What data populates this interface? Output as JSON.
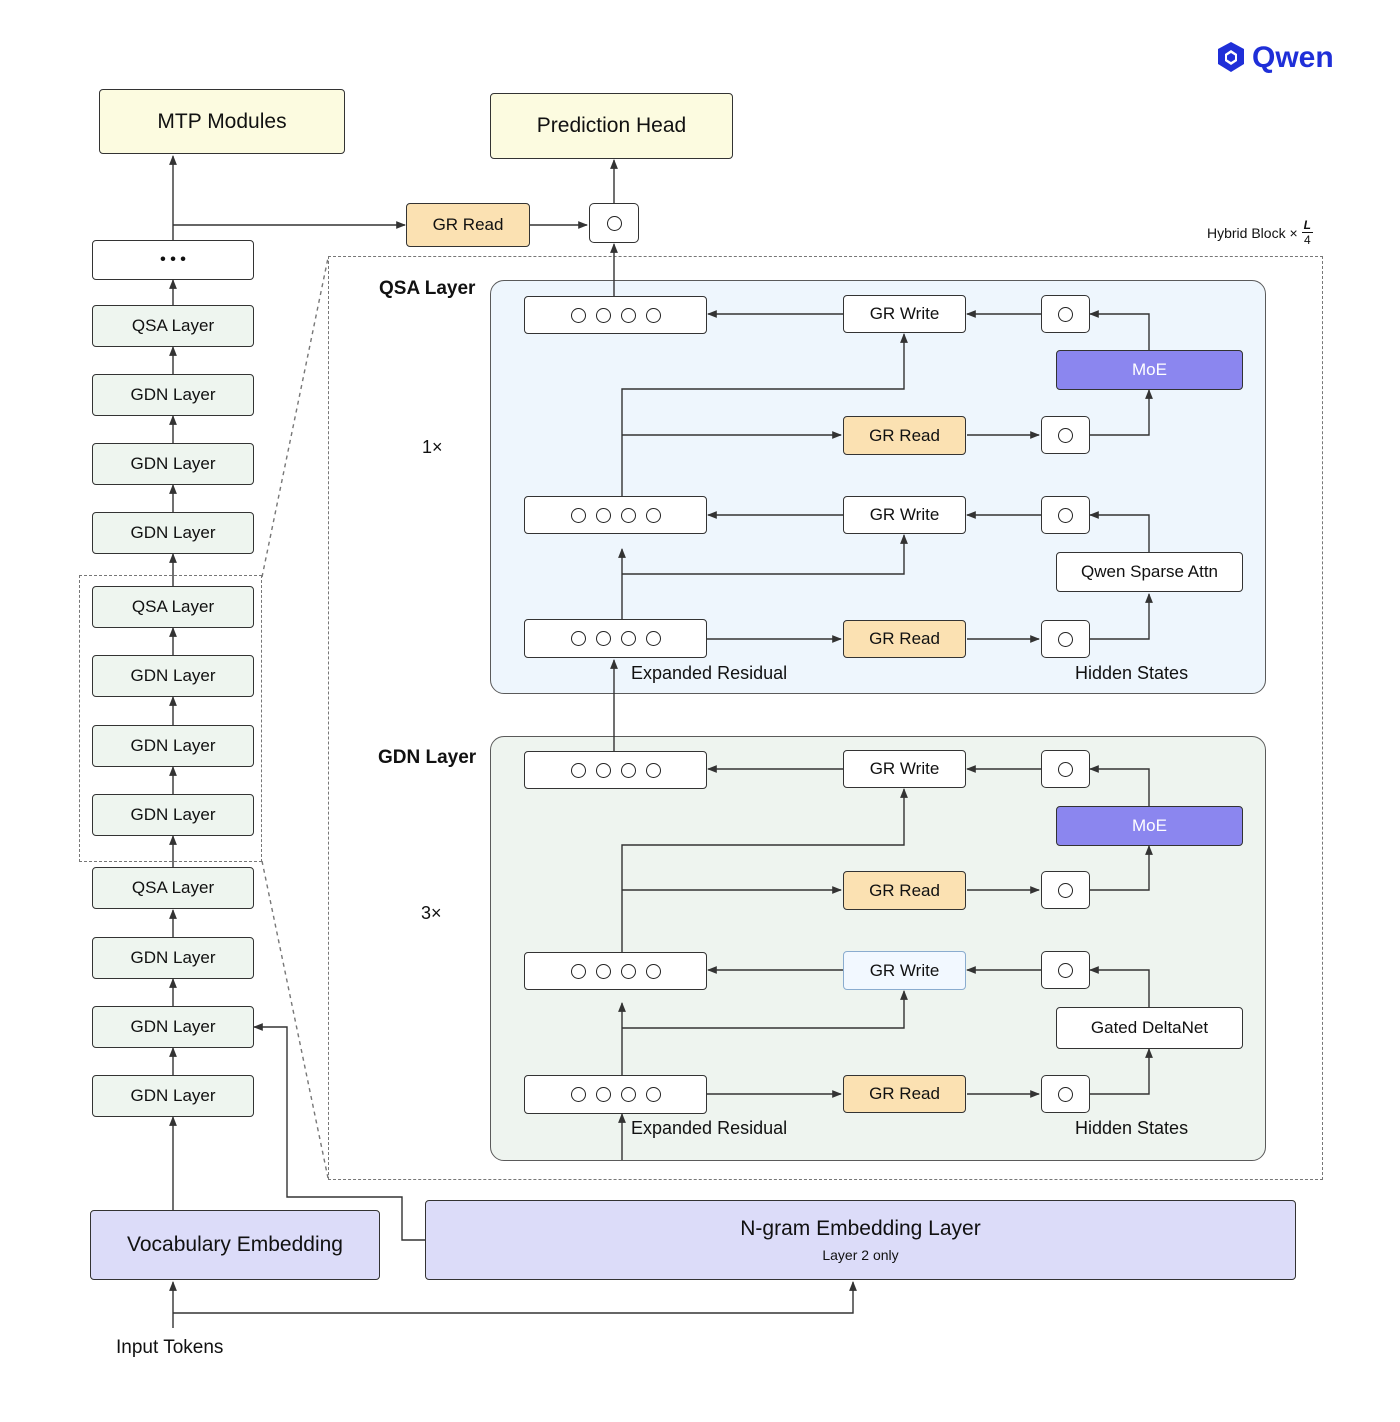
{
  "logo": {
    "text": "Qwen",
    "icon": "qwen-logo-icon",
    "color": "#1f2fd8"
  },
  "top": {
    "mtp_modules": "MTP Modules",
    "prediction_head": "Prediction Head",
    "gr_read": "GR Read",
    "ellipsis": "• • •"
  },
  "stack": {
    "layers": [
      "QSA Layer",
      "GDN Layer",
      "GDN Layer",
      "GDN Layer",
      "QSA Layer",
      "GDN Layer",
      "GDN Layer",
      "GDN Layer",
      "QSA Layer",
      "GDN Layer",
      "GDN Layer",
      "GDN Layer"
    ]
  },
  "hybrid_block": {
    "label": "Hybrid Block ×",
    "numerator": "L",
    "denominator": "4"
  },
  "qsa_panel": {
    "title": "QSA Layer",
    "repeat": "1×",
    "gr_write": "GR Write",
    "gr_read": "GR Read",
    "moe": "MoE",
    "attn": "Qwen Sparse Attn",
    "expanded_residual": "Expanded Residual",
    "hidden_states": "Hidden States"
  },
  "gdn_panel": {
    "title": "GDN Layer",
    "repeat": "3×",
    "gr_write": "GR Write",
    "gr_read": "GR Read",
    "moe": "MoE",
    "attn": "Gated DeltaNet",
    "expanded_residual": "Expanded Residual",
    "hidden_states": "Hidden States"
  },
  "bottom": {
    "vocab_embedding": "Vocabulary Embedding",
    "ngram_embedding": "N-gram Embedding Layer",
    "ngram_note": "Layer 2 only",
    "input_tokens": "Input Tokens"
  },
  "colors": {
    "yellow_box": "#fcfbe0",
    "green_box": "#eef5ef",
    "gr_read": "#fbe1b2",
    "moe": "#8b86ef",
    "embedding": "#dcdcf9",
    "qsa_panel": "#eef6fd",
    "gdn_panel": "#eef4ef"
  }
}
